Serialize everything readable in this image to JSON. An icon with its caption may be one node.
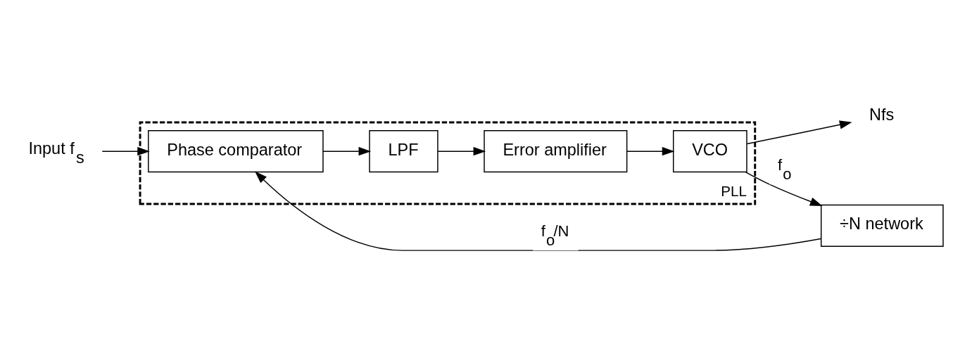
{
  "diagram": {
    "nodes": [
      {
        "text": [
          "PLL"
        ]
      },
      {
        "text": [
          "Input f$_{s}$"
        ]
      },
      {
        "text": [
          "Phase comparator"
        ],
        "in": 0
      },
      {
        "text": [
          "LPF"
        ],
        "in": 0
      },
      {
        "text": [
          "Error amplifier"
        ],
        "in": 0
      },
      {
        "text": [
          "VCO"
        ],
        "in": 0
      },
      {
        "text": [
          "÷N network"
        ]
      },
      {
        "text": [
          "Nfs"
        ]
      }
    ],
    "edges": [
      {
        "from": 1,
        "to": 2,
        "arrow": "to"
      },
      {
        "from": 2,
        "to": 3,
        "arrow": "to"
      },
      {
        "from": 3,
        "to": 4,
        "arrow": "to"
      },
      {
        "from": 4,
        "to": 5,
        "arrow": "to"
      },
      {
        "from": 5,
        "to": 6,
        "arrow": "to",
        "label": "f$_{o}$"
      },
      {
        "from": 6,
        "to": 2,
        "arrow": "to",
        "label": "f$_{o}$/N"
      },
      {
        "from": 5,
        "to": 7,
        "arrow": "to"
      }
    ]
  }
}
